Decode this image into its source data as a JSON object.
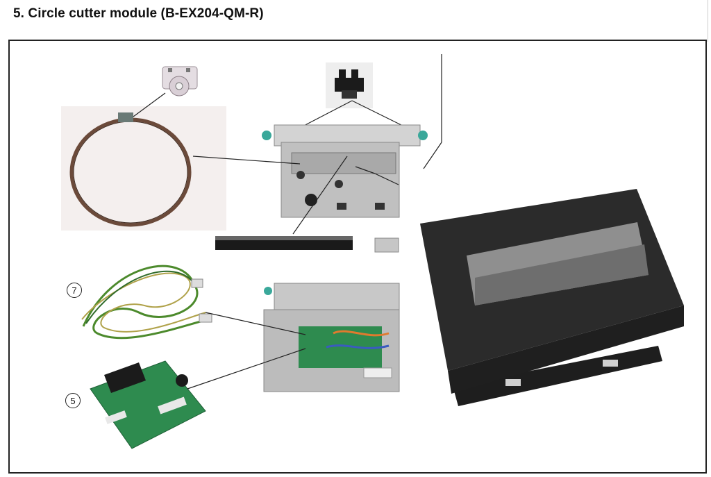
{
  "page": {
    "title": "5. Circle cutter module (B-EX204-QM-R)"
  },
  "callouts": [
    {
      "number": "7",
      "part": "harness"
    },
    {
      "number": "5",
      "part": "pcb"
    }
  ],
  "colors": {
    "cover": "#2b2b2b",
    "metal": "#c8c8c8",
    "pcb": "#2e8b4f",
    "belt": "#6b4a3a",
    "accent": "#3aa89a"
  }
}
